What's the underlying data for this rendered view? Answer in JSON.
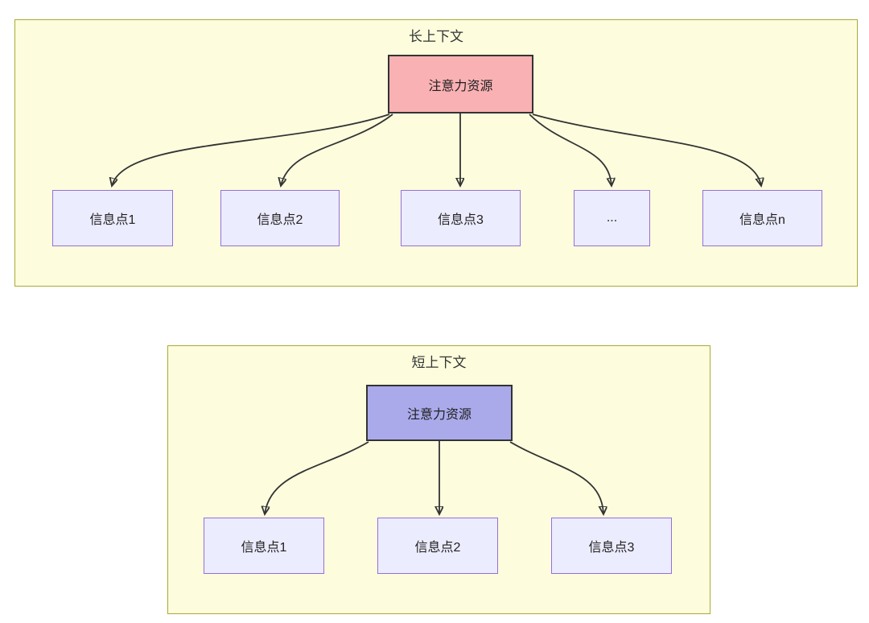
{
  "colors": {
    "cluster_fill": "#FDFDDE",
    "cluster_border": "#AAAA33",
    "info_node_fill": "#ECECFF",
    "info_node_border": "#9370DB",
    "attention_long_fill": "#F9B1B4",
    "attention_short_fill": "#AAAAEB",
    "attention_node_border": "#333333",
    "arrow_color": "#333333"
  },
  "diagram": {
    "sections": [
      {
        "title": "长上下文",
        "attention_node": {
          "label": "注意力资源"
        },
        "info_nodes": [
          {
            "label": "信息点1"
          },
          {
            "label": "信息点2"
          },
          {
            "label": "信息点3"
          },
          {
            "label": "..."
          },
          {
            "label": "信息点n"
          }
        ],
        "edges": [
          {
            "from": "注意力资源",
            "to": "信息点1"
          },
          {
            "from": "注意力资源",
            "to": "信息点2"
          },
          {
            "from": "注意力资源",
            "to": "信息点3"
          },
          {
            "from": "注意力资源",
            "to": "..."
          },
          {
            "from": "注意力资源",
            "to": "信息点n"
          }
        ]
      },
      {
        "title": "短上下文",
        "attention_node": {
          "label": "注意力资源"
        },
        "info_nodes": [
          {
            "label": "信息点1"
          },
          {
            "label": "信息点2"
          },
          {
            "label": "信息点3"
          }
        ],
        "edges": [
          {
            "from": "注意力资源",
            "to": "信息点1"
          },
          {
            "from": "注意力资源",
            "to": "信息点2"
          },
          {
            "from": "注意力资源",
            "to": "信息点3"
          }
        ]
      }
    ]
  }
}
